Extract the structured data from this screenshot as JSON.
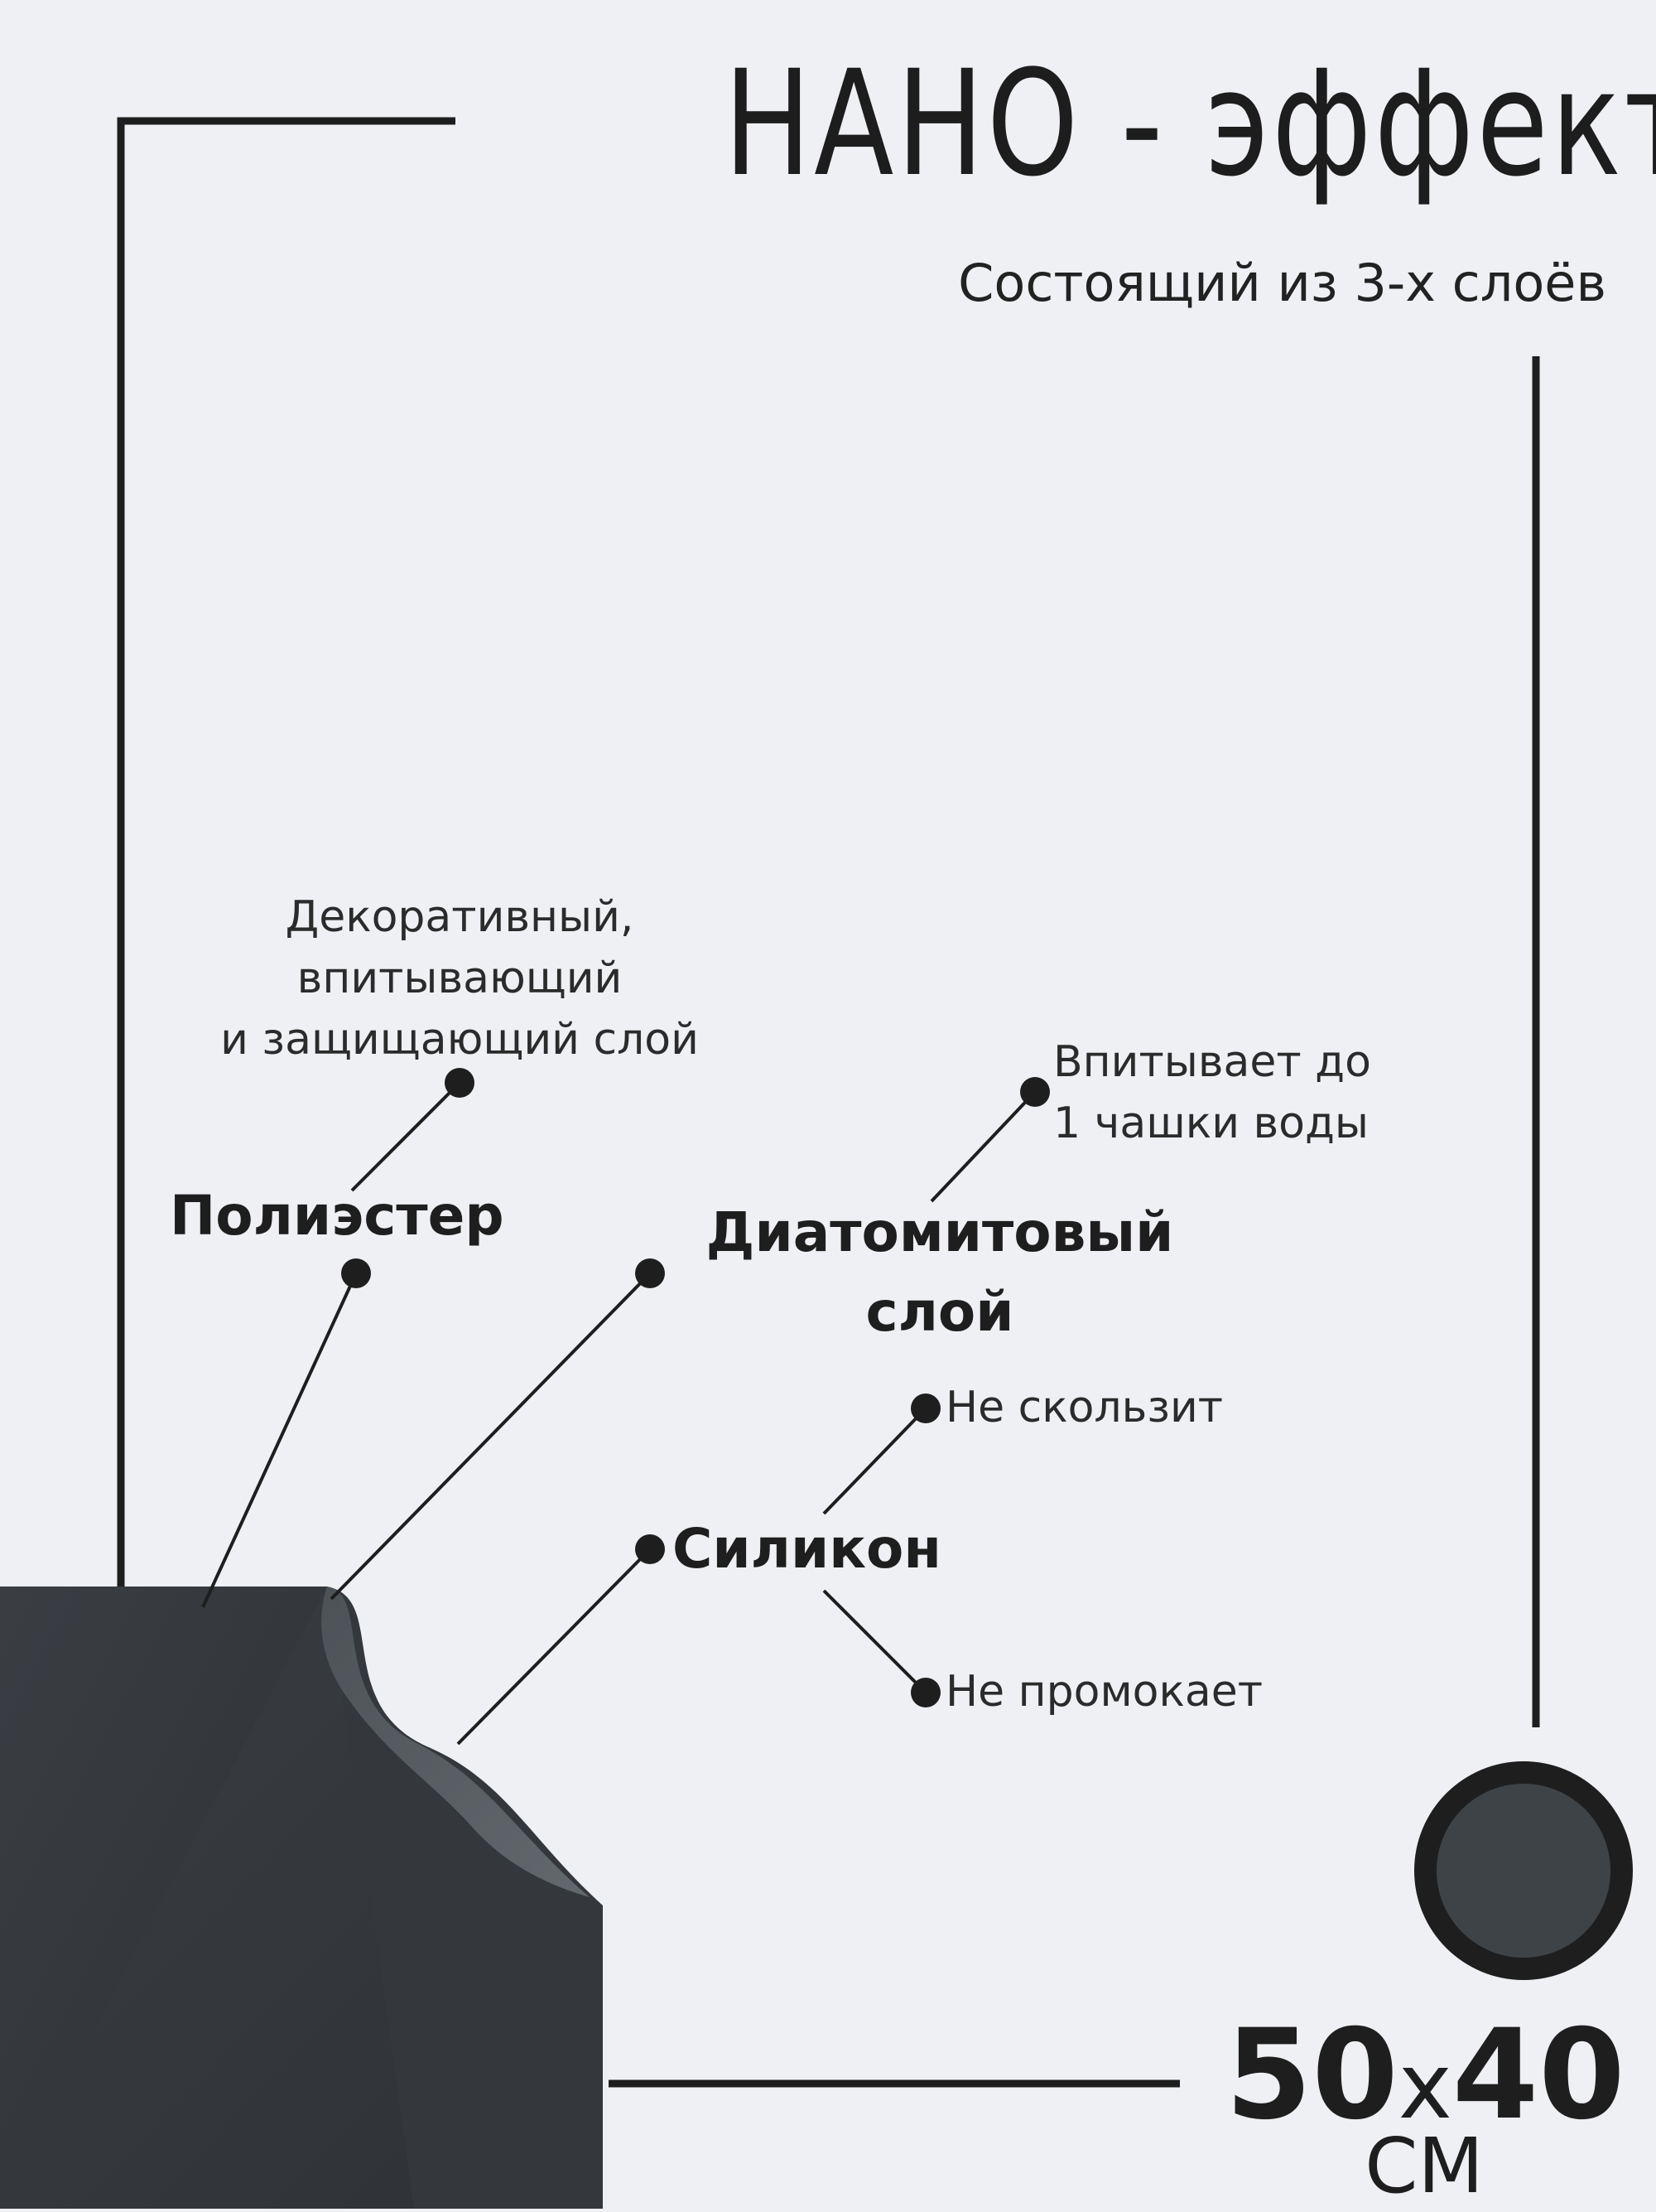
{
  "header": {
    "title": "НАНО - эффект",
    "subtitle": "Состоящий из 3-х слоёв"
  },
  "layers": {
    "polyester": {
      "label": "Полиэстер",
      "note": [
        "Декоративный,",
        "впитывающий",
        "и защищающий слой"
      ]
    },
    "diatomite": {
      "label": [
        "Диатомитовый",
        "слой"
      ],
      "note": [
        "Впитывает до",
        "1 чашки воды"
      ]
    },
    "silicone": {
      "label": "Силикон",
      "notes": [
        "Не скользит",
        "Не промокает"
      ]
    }
  },
  "size": {
    "value": "50x40",
    "width": "50",
    "sep": "x",
    "height": "40",
    "unit": "СМ"
  },
  "colors": {
    "background": "#eef0f3",
    "ink": "#1e1e1e",
    "mat": "#3b3f44",
    "swatch": "#3e4348"
  }
}
